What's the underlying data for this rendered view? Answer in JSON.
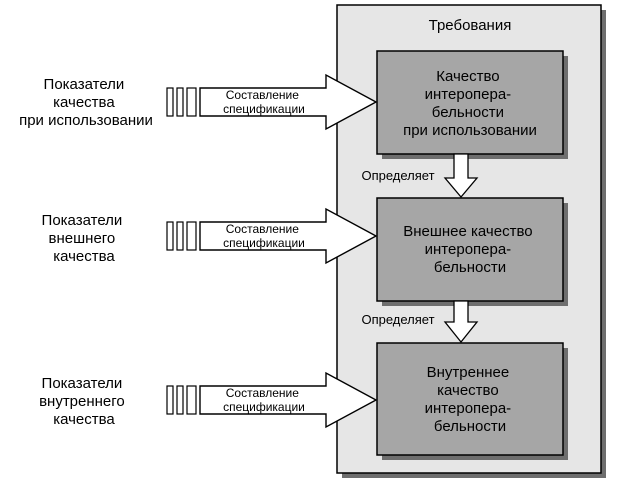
{
  "container": {
    "label": "Требования"
  },
  "boxes": [
    {
      "lines": [
        "Качество",
        "интеропера-",
        "бельности",
        "при использовании"
      ]
    },
    {
      "lines": [
        "Внешнее качество",
        "интеропера-",
        "бельности"
      ]
    },
    {
      "lines": [
        "Внутреннее",
        "качество",
        "интеропера-",
        "бельности"
      ]
    }
  ],
  "down_arrows": [
    {
      "label": "Определяет"
    },
    {
      "label": "Определяет"
    }
  ],
  "inputs": [
    {
      "lines": [
        "Показатели",
        "качества",
        "при использовании"
      ]
    },
    {
      "lines": [
        "Показатели",
        "внешнего",
        "качества"
      ]
    },
    {
      "lines": [
        "Показатели",
        "внутреннего",
        "качества"
      ]
    }
  ],
  "arrow_labels": [
    {
      "lines": [
        "Составление",
        "спецификации"
      ]
    },
    {
      "lines": [
        "Составление",
        "спецификации"
      ]
    },
    {
      "lines": [
        "Составление",
        "спецификации"
      ]
    }
  ],
  "colors": {
    "container_fill": "#e6e6e6",
    "box_fill": "#a6a6a6",
    "shadow": "#6e6e6e",
    "stroke": "#000000"
  }
}
